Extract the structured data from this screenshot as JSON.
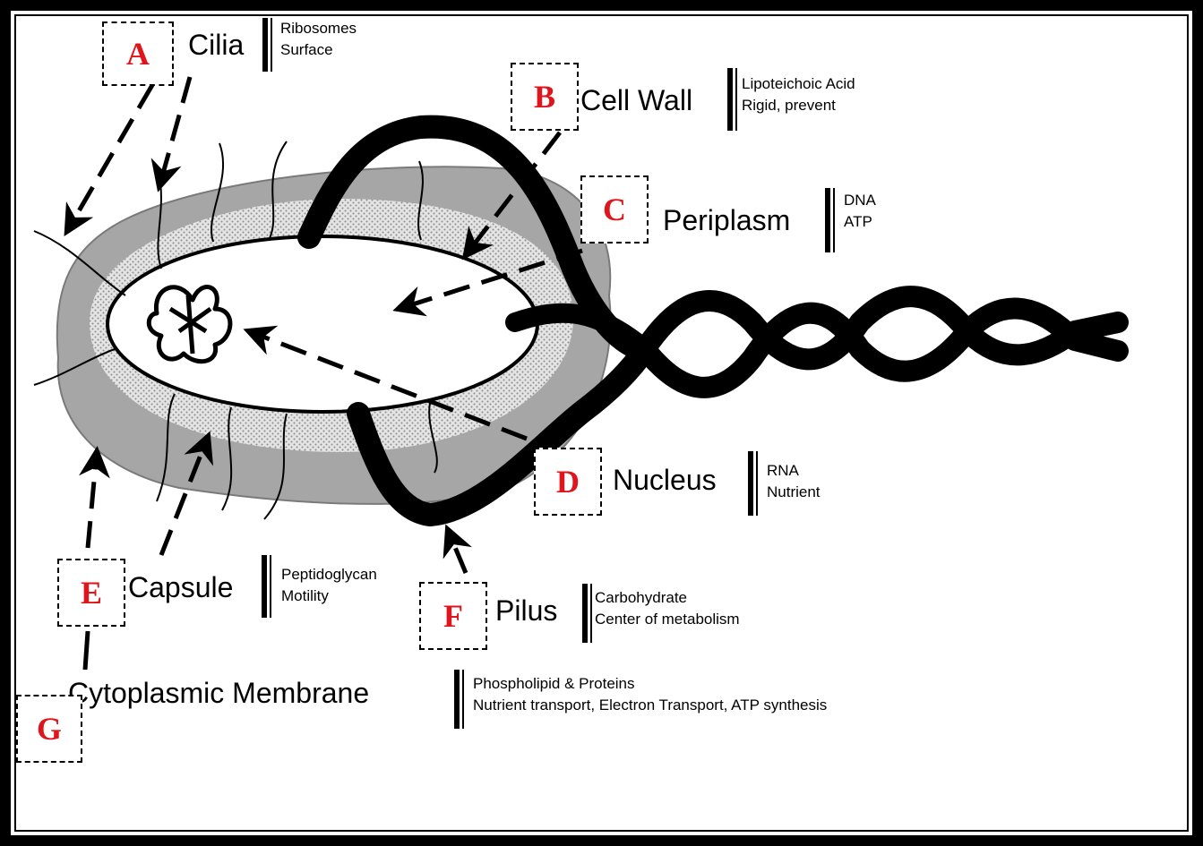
{
  "labels": [
    {
      "letter": "A",
      "term": "Cilia",
      "desc": [
        "Ribosomes",
        "Surface"
      ]
    },
    {
      "letter": "B",
      "term": "Cell Wall",
      "desc": [
        "Lipoteichoic Acid",
        "Rigid, prevent"
      ]
    },
    {
      "letter": "C",
      "term": "Periplasm",
      "desc": [
        "DNA",
        "ATP"
      ]
    },
    {
      "letter": "D",
      "term": "Nucleus",
      "desc": [
        "RNA",
        "Nutrient"
      ]
    },
    {
      "letter": "E",
      "term": "Capsule",
      "desc": [
        "Peptidoglycan",
        "Motility"
      ]
    },
    {
      "letter": "F",
      "term": "Pilus",
      "desc": [
        "Carbohydrate",
        "Center of metabolism"
      ]
    },
    {
      "letter": "G",
      "term": "Cytoplasmic Membrane",
      "desc": [
        "Phospholipid & Proteins",
        "Nutrient transport, Electron Transport, ATP synthesis"
      ]
    }
  ],
  "colors": {
    "letter": "#e0141a",
    "capsule_fill": "#a6a6a6",
    "periplasm_fill": "#d6d6d6"
  }
}
